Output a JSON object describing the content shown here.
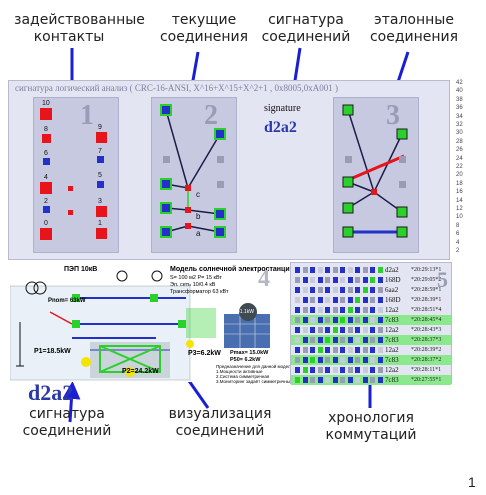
{
  "labels": {
    "used_contacts": "задействованные контакты",
    "current_connections": "текущие соединения",
    "connection_signature_top": "сигнатура соединений",
    "reference_connections": "эталонные соединения",
    "connection_signature_bottom": "сигнатура соединений",
    "connection_visualization": "визуализация соединений",
    "switching_history": "хронология коммутаций"
  },
  "top_panel": {
    "title": "сигнатура логический анализ ( CRC-16-ANSI, X^16+X^15+X^2+1 , 0x8005,0xA001 )",
    "signature_title": "signature",
    "signature_value": "d2a2",
    "panel_numbers": [
      "1",
      "2",
      "3"
    ],
    "contact_numbers_left": [
      "10",
      "8",
      "6",
      "4",
      "2",
      "0"
    ],
    "contact_numbers_right": [
      "9",
      "7",
      "5",
      "3",
      "1"
    ],
    "node_labels": [
      "c",
      "b",
      "a"
    ]
  },
  "scale_ticks": [
    "42",
    "40",
    "38",
    "36",
    "34",
    "32",
    "30",
    "28",
    "26",
    "24",
    "22",
    "20",
    "18",
    "16",
    "14",
    "12",
    "10",
    "8",
    "6",
    "4",
    "2"
  ],
  "diagram": {
    "title": "Модель солнечной электростанции",
    "lines": [
      "S= 100 м2  P= 15 кВт",
      "Эл. сеть 10/0.4 кВ",
      "Трансформатор 63 кВт"
    ],
    "substation": "ПЭП 10кВ",
    "values": [
      "Pnom= 63kW",
      "P1=18.5kW",
      "P2=24.2kW",
      "P3=6.2kW",
      "Pmax= 15.0kW",
      "P50= 6.2kW"
    ],
    "note_title": "Предназначение для данной модели",
    "notes": [
      "1.Мощности активные",
      "2.Система симметричная",
      "3.Мониторинг задаёт симметричные токи"
    ],
    "panel_number": "4",
    "badge": "41.1kW"
  },
  "bottom_signature": "d2a2",
  "history": {
    "panel_number": "5",
    "rows": [
      {
        "sig": "d2a2",
        "time": "*20:29:13*1",
        "hl": false
      },
      {
        "sig": "168D",
        "time": "*20:29:05*2",
        "hl": false
      },
      {
        "sig": "6aa2",
        "time": "*20:28:59*1",
        "hl": false
      },
      {
        "sig": "168D",
        "time": "*20:28:39*1",
        "hl": false
      },
      {
        "sig": "12a2",
        "time": "*20:28:51*4",
        "hl": false
      },
      {
        "sig": "7c83",
        "time": "*20:28:45*4",
        "hl": true
      },
      {
        "sig": "12a2",
        "time": "*20:28:43*3",
        "hl": false
      },
      {
        "sig": "7c83",
        "time": "*20:28:37*3",
        "hl": true
      },
      {
        "sig": "12a2",
        "time": "*20:28:39*2",
        "hl": false
      },
      {
        "sig": "7c83",
        "time": "*20:28:37*2",
        "hl": true
      },
      {
        "sig": "12a2",
        "time": "*20:28:11*1",
        "hl": false
      },
      {
        "sig": "7c83",
        "time": "*20:27:55*1",
        "hl": true
      }
    ]
  },
  "page_number": "1",
  "colors": {
    "arrow": "#1a1fd6",
    "red": "#e8141c",
    "blue": "#2330c9",
    "green": "#2bd12b",
    "signature": "#2b3aa8"
  }
}
